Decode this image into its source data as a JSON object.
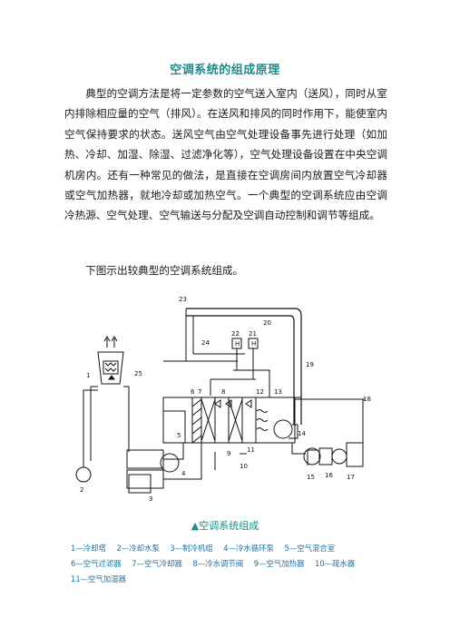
{
  "document": {
    "title": "空调系统的组成原理",
    "paragraph": "典型的空调方法是将一定参数的空气送入室内（送风），同时从室内排除相应量的空气（排风）。在送风和排风的同时作用下，能使室内空气保持要求的状态。送风空气由空气处理设备事先进行处理（如加热、冷却、加湿、除湿、过滤净化等），空气处理设备设置在中央空调机房内。还有一种常见的做法，是直接在空调房间内放置空气冷却器或空气加热器，就地冷却或加热空气。一个典型的空调系统应由空调冷热源、空气处理、空气输送与分配及空调自动控制和调节等组成。",
    "intro": "下图示出较典型的空调系统组成。",
    "caption": "▲空调系统组成"
  },
  "diagram": {
    "numbers": [
      "1",
      "2",
      "3",
      "4",
      "5",
      "6",
      "7",
      "8",
      "9",
      "10",
      "11",
      "12",
      "13",
      "14",
      "15",
      "16",
      "17",
      "18",
      "19",
      "20",
      "21",
      "22",
      "23",
      "24",
      "25"
    ],
    "meter_label": "H"
  },
  "legend": [
    "1—冷却塔",
    "2—冷却水泵",
    "3—制冷机组",
    "4—冷水循环泵",
    "5—空气混合室",
    "6—空气过滤器",
    "7—空气冷却器",
    "8—冷水调节阀",
    "9—空气加热器",
    "10—疏水器",
    "11—空气加湿器"
  ]
}
